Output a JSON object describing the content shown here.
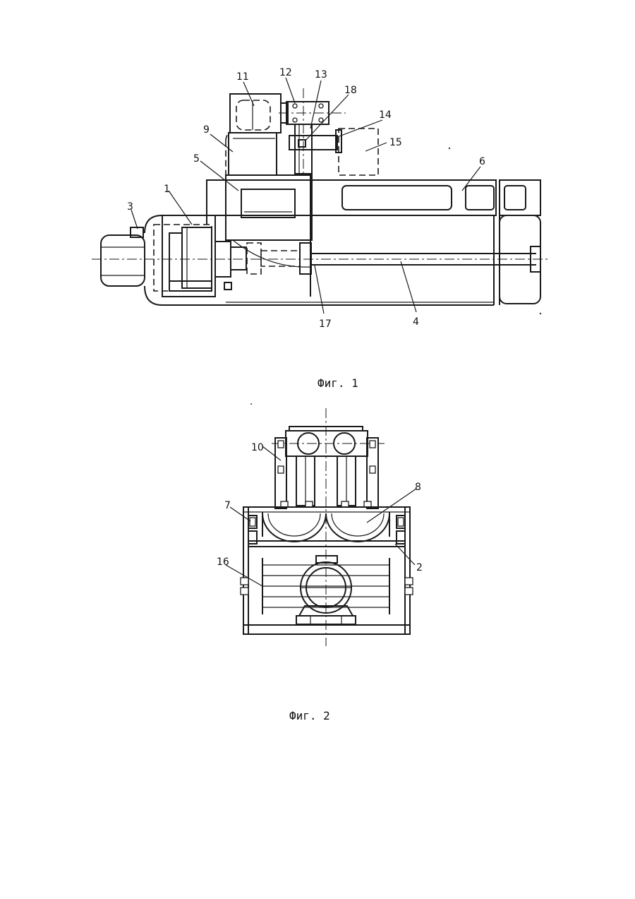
{
  "figure1": {
    "caption": "Фиг. 1",
    "labels": {
      "n1": "1",
      "n3": "3",
      "n4": "4",
      "n5": "5",
      "n6": "6",
      "n9": "9",
      "n11": "11",
      "n12": "12",
      "n13": "13",
      "n14": "14",
      "n15": "15",
      "n17": "17",
      "n18": "18"
    }
  },
  "figure2": {
    "caption": "Фиг. 2",
    "labels": {
      "n2": "2",
      "n7": "7",
      "n8": "8",
      "n10": "10",
      "n16": "16"
    }
  }
}
